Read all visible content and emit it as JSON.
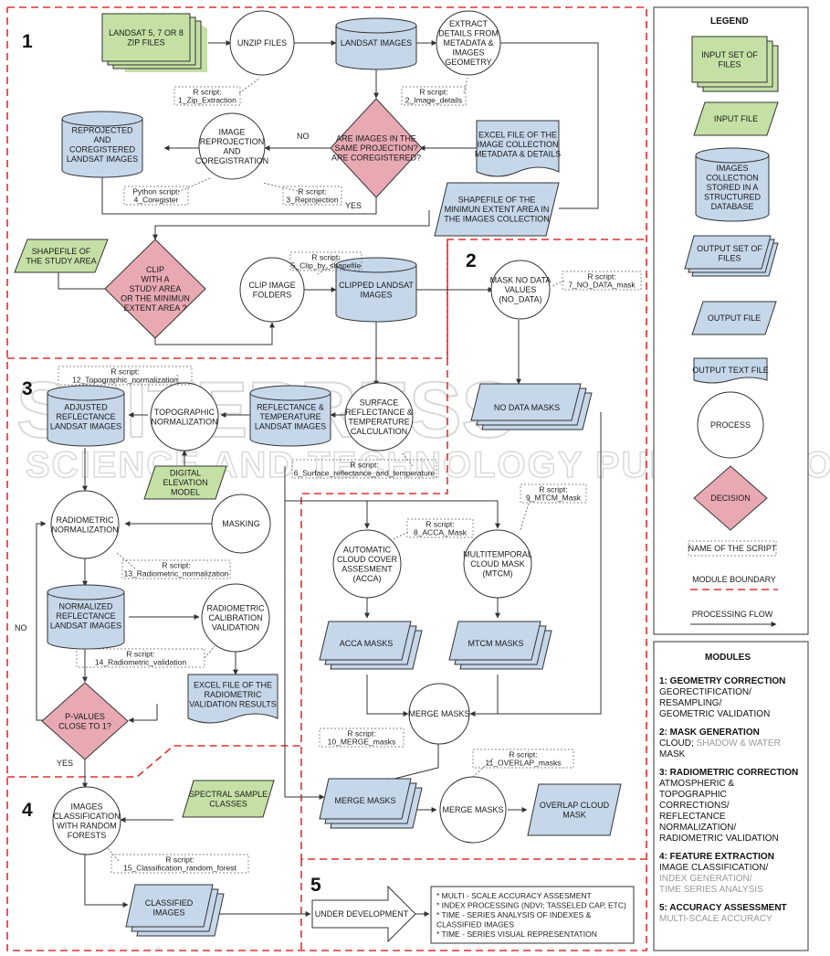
{
  "modules": {
    "m1": "1",
    "m2": "2",
    "m3": "3",
    "m4": "4",
    "m5": "5"
  },
  "nodes": {
    "landsat_zip": [
      "LANDSAT 5, 7 OR 8",
      "ZIP FILES"
    ],
    "unzip": [
      "UNZIP FILES"
    ],
    "landsat_images": [
      "LANDSAT IMAGES"
    ],
    "extract": [
      "EXTRACT",
      "DETAILS FROM",
      "METADATA &",
      "IMAGES",
      "GEOMETRY"
    ],
    "reprojected": [
      "REPROJECTED",
      "AND",
      "COREGISTERED",
      "LANDSAT IMAGES"
    ],
    "reprojection": [
      "IMAGE",
      "REPROJECTION",
      "AND",
      "COREGISTRATION"
    ],
    "same_proj": [
      "ARE IMAGES IN THE",
      "SAME PROJECTION?",
      "ARE COREGISTERED?"
    ],
    "excel_meta": [
      "EXCEL FILE OF THE",
      "IMAGE COLLECTION",
      "METADATA & DETAILS"
    ],
    "shp_min": [
      "SHAPEFILE OF THE",
      "MINIMUN EXTENT AREA IN",
      "THE IMAGES COLLECTION"
    ],
    "shp_study": [
      "SHAPEFILE OF",
      "THE STUDY AREA"
    ],
    "clip_dec": [
      "CLIP",
      "WITH A",
      "STUDY AREA",
      "OR THE MINIMUN",
      "EXTENT AREA ?"
    ],
    "clip_folders": [
      "CLIP IMAGE",
      "FOLDERS"
    ],
    "clipped": [
      "CLIPPED LANDSAT",
      "IMAGES"
    ],
    "mask_nodata": [
      "MASK NO DATA",
      "VALUES",
      "(NO_DATA)"
    ],
    "nodata_masks": [
      "NO DATA MASKS"
    ],
    "adjusted": [
      "ADJUSTED",
      "REFLECTANCE",
      "LANDSAT IMAGES"
    ],
    "topo": [
      "TOPOGRAPHIC",
      "NORMALIZATION"
    ],
    "refl_temp": [
      "REFLECTANCE &",
      "TEMPERATURE",
      "LANDSAT IMAGES"
    ],
    "surf_calc": [
      "SURFACE",
      "REFLECTANCE &",
      "TEMPERATURE",
      "CALCULATION"
    ],
    "dem": [
      "DIGITAL",
      "ELEVATION",
      "MODEL"
    ],
    "radiometric": [
      "RADIOMETRIC",
      "NORMALIZATION"
    ],
    "masking": [
      "MASKING"
    ],
    "normalized": [
      "NORMALIZED",
      "REFLECTANCE",
      "LANDSAT IMAGES"
    ],
    "calib": [
      "RADIOMETRIC",
      "CALIBRATION",
      "VALIDATION"
    ],
    "excel_radio": [
      "EXCEL FILE OF THE",
      "RADIOMETRIC",
      "VALIDATION RESULTS"
    ],
    "pvalues": [
      "P-VALUES",
      "CLOSE TO 1?"
    ],
    "acca": [
      "AUTOMATIC",
      "CLOUD COVER",
      "ASSESMENT",
      "(ACCA)"
    ],
    "mtcm": [
      "MULTITEMPORAL",
      "CLOUD MASK",
      "(MTCM)"
    ],
    "acca_masks": [
      "ACCA MASKS"
    ],
    "mtcm_masks": [
      "MTCM MASKS"
    ],
    "merge_proc": [
      "MERGE MASKS"
    ],
    "merge_out": [
      "MERGE MASKS"
    ],
    "merge_proc2": [
      "MERGE MASKS"
    ],
    "overlap": [
      "OVERLAP CLOUD",
      "MASK"
    ],
    "spectral": [
      "SPECTRAL SAMPLE",
      "CLASSES"
    ],
    "classif": [
      "IMAGES",
      "CLASSIFICATION",
      "WITH RANDOM",
      "FORESTS"
    ],
    "classified": [
      "CLASSIFIED",
      "IMAGES"
    ],
    "under_dev": [
      "UNDER DEVELOPMENT"
    ]
  },
  "scripts": {
    "s1": [
      "R script:",
      "1_Zip_Extraction"
    ],
    "s2": [
      "R script:",
      "2_Image_details"
    ],
    "s3": [
      "R script:",
      "3_Reprojection"
    ],
    "s4": [
      "Python script:",
      "4_Coregister"
    ],
    "s5": [
      "R script:",
      "5_Clip_by_shapefile"
    ],
    "s6": [
      "R script:",
      "6_Surface_reflectance_and_temperature"
    ],
    "s7": [
      "R script:",
      "7_NO_DATA_mask"
    ],
    "s8": [
      "R script:",
      "8_ACCA_Mask"
    ],
    "s9": [
      "R script:",
      "9_MTCM_Mask"
    ],
    "s10": [
      "R script:",
      "10_MERGE_masks"
    ],
    "s11": [
      "R script:",
      "11_OVERLAP_masks"
    ],
    "s12": [
      "R script:",
      "12_Topographic_normalization"
    ],
    "s13": [
      "R script:",
      "13_Radiometric_normalization"
    ],
    "s14": [
      "R script:",
      "14_Radiometric_validation"
    ],
    "s15": [
      "R script:",
      "15_Classification_random_forest"
    ]
  },
  "flow_labels": {
    "no1": "NO",
    "yes1": "YES",
    "no2": "NO",
    "yes2": "YES"
  },
  "future_list": [
    "* MULTI - SCALE ACCURACY ASSESMENT",
    "* INDEX PROCESSING (NDVI; TASSELED CAP, ETC)",
    "* TIME - SERIES ANALYSIS OF INDEXES &",
    "  CLASSIFIED IMAGES",
    "* TIME - SERIES VISUAL REPRESENTATION"
  ],
  "legend": {
    "title": "LEGEND",
    "input_set": [
      "INPUT SET OF",
      "FILES"
    ],
    "input_file": [
      "INPUT FILE"
    ],
    "database": [
      "IMAGES",
      "COLLECTION",
      "STORED IN A",
      "STRUCTURED",
      "DATABASE"
    ],
    "output_set": [
      "OUTPUT SET OF",
      "FILES"
    ],
    "output_file": [
      "OUTPUT FILE"
    ],
    "output_text": [
      "OUTPUT TEXT FILE"
    ],
    "process": [
      "PROCESS"
    ],
    "decision": [
      "DECISION"
    ],
    "script_name": [
      "NAME OF THE SCRIPT"
    ],
    "boundary": [
      "MODULE BOUNDARY"
    ],
    "flow": [
      "PROCESSING FLOW"
    ]
  },
  "modules_box": {
    "title": "MODULES",
    "items": [
      {
        "head": "1: GEOMETRY CORRECTION",
        "lines": [
          [
            "GEORECTIFICATION/",
            "n"
          ],
          [
            "RESAMPLING/",
            "n"
          ],
          [
            "GEOMETRIC VALIDATION",
            "n"
          ]
        ]
      },
      {
        "head": "2: MASK GENERATION",
        "lines": [
          [
            "CLOUD; |SHADOW & WATER",
            "mix"
          ],
          [
            "MASK",
            "n"
          ]
        ]
      },
      {
        "head": "3: RADIOMETRIC CORRECTION",
        "lines": [
          [
            "ATMOSPHERIC &",
            "n"
          ],
          [
            "TOPOGRAPHIC",
            "n"
          ],
          [
            "CORRECTIONS/",
            "n"
          ],
          [
            "REFLECTANCE",
            "n"
          ],
          [
            "NORMALIZATION/",
            "n"
          ],
          [
            "RADIOMETRIC VALIDATION",
            "n"
          ]
        ]
      },
      {
        "head": "4: FEATURE EXTRACTION",
        "lines": [
          [
            "IMAGE CLASSIFICATION/",
            "n"
          ],
          [
            "INDEX GENERATION/",
            "g"
          ],
          [
            "TIME SERIES ANALYSIS",
            "g"
          ]
        ]
      },
      {
        "head": "5: ACCURACY ASSESSMENT",
        "lines": [
          [
            "MULTI-SCALE ACCURACY",
            "g"
          ]
        ]
      }
    ]
  },
  "watermark": {
    "big": "SCITEPRESS",
    "small": "SCIENCE AND TECHNOLOGY PUBLICATIONS"
  },
  "colors": {
    "green": "#c5e0a5",
    "blue": "#c6d7ea",
    "pink": "#e8a9b3",
    "boundary": "#e03030",
    "stroke": "#333333"
  }
}
